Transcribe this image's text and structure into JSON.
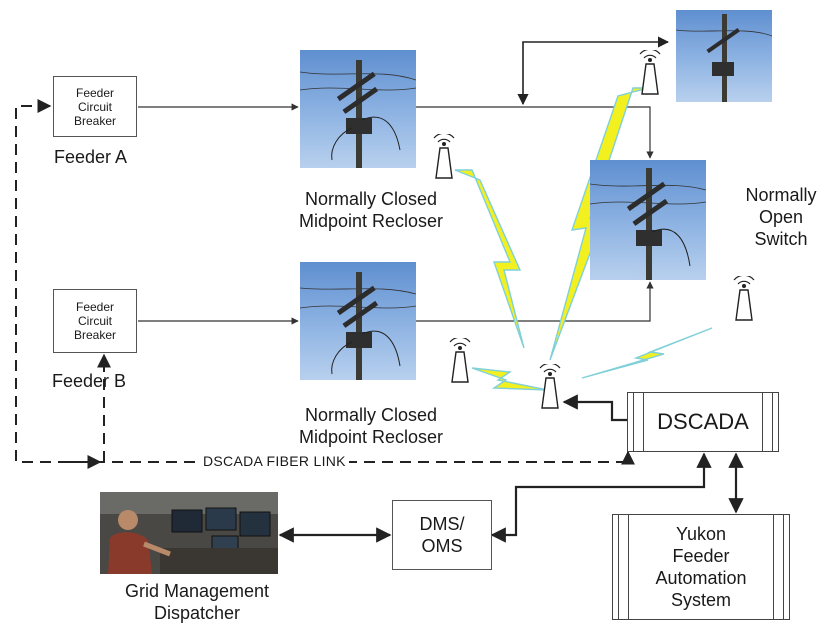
{
  "feeder_a": {
    "breaker_lines": [
      "Feeder",
      "Circuit",
      "Breaker"
    ],
    "label": "Feeder A"
  },
  "feeder_b": {
    "breaker_lines": [
      "Feeder",
      "Circuit",
      "Breaker"
    ],
    "label": "Feeder B"
  },
  "recloser_top": {
    "lines": [
      "Normally Closed",
      "Midpoint Recloser"
    ]
  },
  "recloser_bottom": {
    "lines": [
      "Normally Closed",
      "Midpoint Recloser"
    ]
  },
  "open_switch": {
    "lines": [
      "Normally",
      "Open",
      "Switch"
    ]
  },
  "dscada": {
    "label": "DSCADA"
  },
  "fiber_link": {
    "label": "DSCADA FIBER LINK"
  },
  "dms": {
    "lines": [
      "DMS/",
      "OMS"
    ]
  },
  "yukon": {
    "lines": [
      "Yukon",
      "Feeder",
      "Automation",
      "System"
    ]
  },
  "dispatcher": {
    "lines": [
      "Grid Management",
      "Dispatcher"
    ]
  },
  "colors": {
    "sky": "#8fb4e3",
    "lightning_fill": "#f3f020",
    "lightning_glow": "#7fd0d8",
    "line": "#222222"
  },
  "icons": [
    "antenna-icon",
    "lightning-bolt-icon",
    "utility-pole-icon"
  ]
}
